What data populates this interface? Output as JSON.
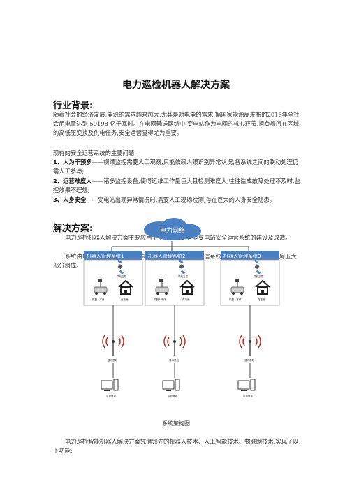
{
  "doc": {
    "title": "电力巡检机器人解决方案",
    "section1": {
      "heading": "行业背景:",
      "p1": "随着社会的经济发展,能源的需求越来越大,尤其是对电能的需求,据国家能源局发布的2016年全社会用电量达到 59198 亿千瓦时。在电网输送网络中,变电站作为电网的核心环节,担负着所在区域的高低压变换及供电任务,安全运营显得尤为重要。",
      "p2": "现有的安全运营系统的主要问题:",
      "items": [
        {
          "label": "1、人为干预多",
          "text": "——视频监控需要人工观察,只能依赖人眼识别异常状况,各系统之间的联动处理仍需人工参与;"
        },
        {
          "label": "2、运营难度大",
          "text": "——诸多监控设备,使得运维工作量巨大且检测难度大,往往造成故障处理不及时,监控效果不理想;"
        },
        {
          "label": "3、人身安全",
          "text": "——变电站出现异常情况时,需要人工现场检测,存在巨大的人身安全隐患。"
        }
      ]
    },
    "section2": {
      "heading": "解决方案:",
      "p1": "电力巡检机器人解决方案主要应用于电网公司的智能变电站安全运营系统的建设及改造。",
      "p2": "系统由电力巡检智能机器人、高精度导航系统、无线通信系统、后台管理系统及充电房五大部分组成。",
      "caption": "系统架构图",
      "p3": "电力巡检智能机器人解决方案凭借领先的机器人技术、人工智能技术、物联网技术,实现了以下功能:"
    },
    "diagram": {
      "cloud_label": "电力网络",
      "system_labels": [
        "机器人管理系统1",
        "机器人管理系统2",
        "机器人管理系统3"
      ],
      "satellite_label": "导航卫星",
      "robot_label": "机器人本体",
      "house_label": "充电房",
      "antenna_label": "通讯基站",
      "pc_label": "后台管理"
    }
  }
}
